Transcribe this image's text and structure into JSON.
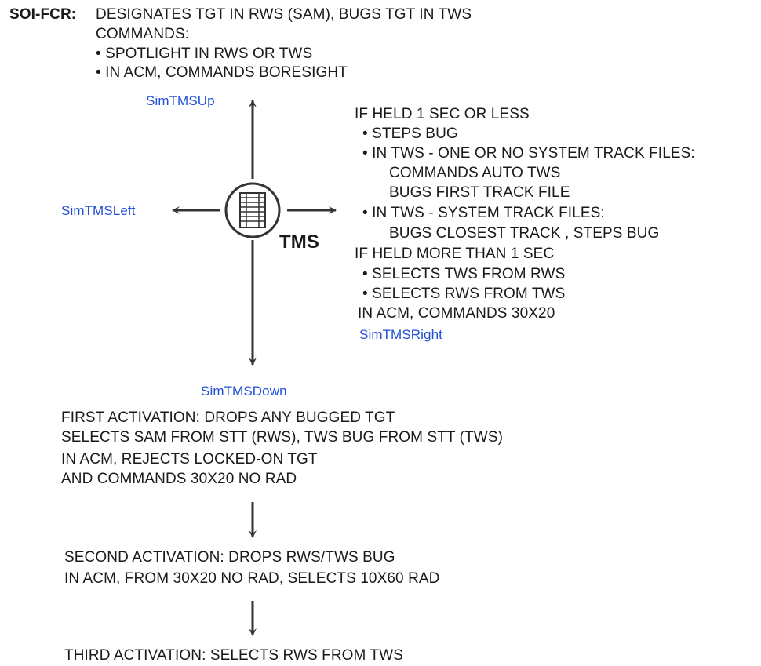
{
  "header": {
    "label": "SOI-FCR:",
    "line1": "DESIGNATES TGT IN RWS (SAM), BUGS TGT IN TWS",
    "line2": "COMMANDS:",
    "bullet1": "• SPOTLIGHT IN RWS OR TWS",
    "bullet2": "• IN ACM, COMMANDS BORESIGHT"
  },
  "callbacks": {
    "up": "SimTMSUp",
    "left": "SimTMSLeft",
    "right": "SimTMSRight",
    "down": "SimTMSDown"
  },
  "switch": {
    "label": "TMS"
  },
  "right_block": {
    "lines": [
      "IF HELD 1 SEC OR LESS",
      "• STEPS BUG",
      "• IN TWS - ONE OR NO SYSTEM TRACK FILES:",
      "COMMANDS AUTO TWS",
      "BUGS FIRST TRACK FILE",
      "• IN TWS - SYSTEM TRACK FILES:",
      "BUGS CLOSEST TRACK , STEPS BUG",
      "IF HELD MORE THAN 1 SEC",
      "• SELECTS TWS FROM RWS",
      "• SELECTS RWS FROM TWS",
      "IN ACM, COMMANDS 30X20"
    ]
  },
  "down_block": {
    "first": [
      "FIRST ACTIVATION:  DROPS ANY BUGGED TGT",
      "SELECTS SAM FROM STT (RWS), TWS BUG FROM STT (TWS)",
      "IN ACM, REJECTS LOCKED-ON TGT",
      "AND COMMANDS 30X20 NO RAD"
    ],
    "second": [
      "SECOND ACTIVATION:  DROPS RWS/TWS BUG",
      "IN ACM, FROM 30X20 NO RAD, SELECTS 10X60 RAD"
    ],
    "third": [
      "THIRD ACTIVATION: SELECTS RWS FROM TWS"
    ]
  }
}
